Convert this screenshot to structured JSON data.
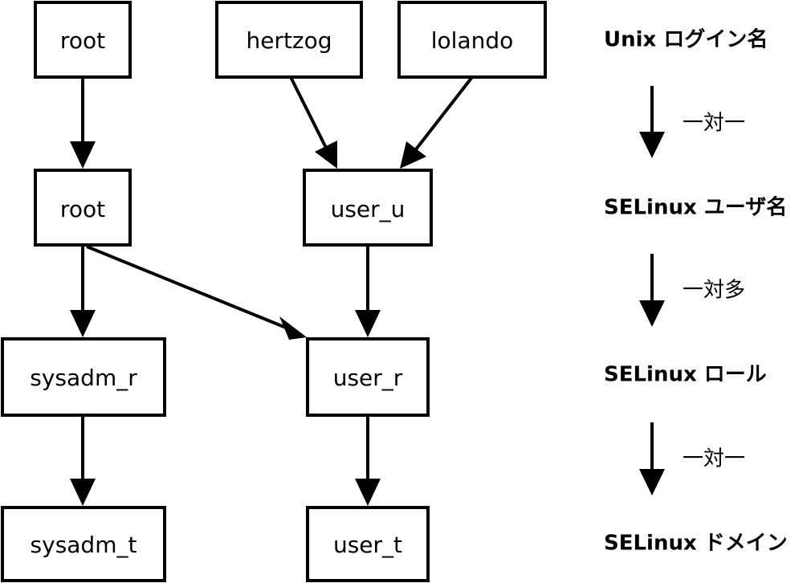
{
  "nodes": {
    "login_root": "root",
    "login_hertzog": "hertzog",
    "login_lolando": "lolando",
    "seuser_root": "root",
    "seuser_user_u": "user_u",
    "role_sysadm_r": "sysadm_r",
    "role_user_r": "user_r",
    "domain_sysadm_t": "sysadm_t",
    "domain_user_t": "user_t"
  },
  "levels": {
    "unix_login": "Unix ログイン名",
    "selinux_user": "SELinux ユーザ名",
    "selinux_role": "SELinux ロール",
    "selinux_domain": "SELinux ドメイン"
  },
  "relations": {
    "login_to_user": "一対一",
    "user_to_role": "一対多",
    "role_to_domain": "一対一"
  },
  "colors": {
    "stroke": "#000000",
    "background": "#ffffff"
  }
}
